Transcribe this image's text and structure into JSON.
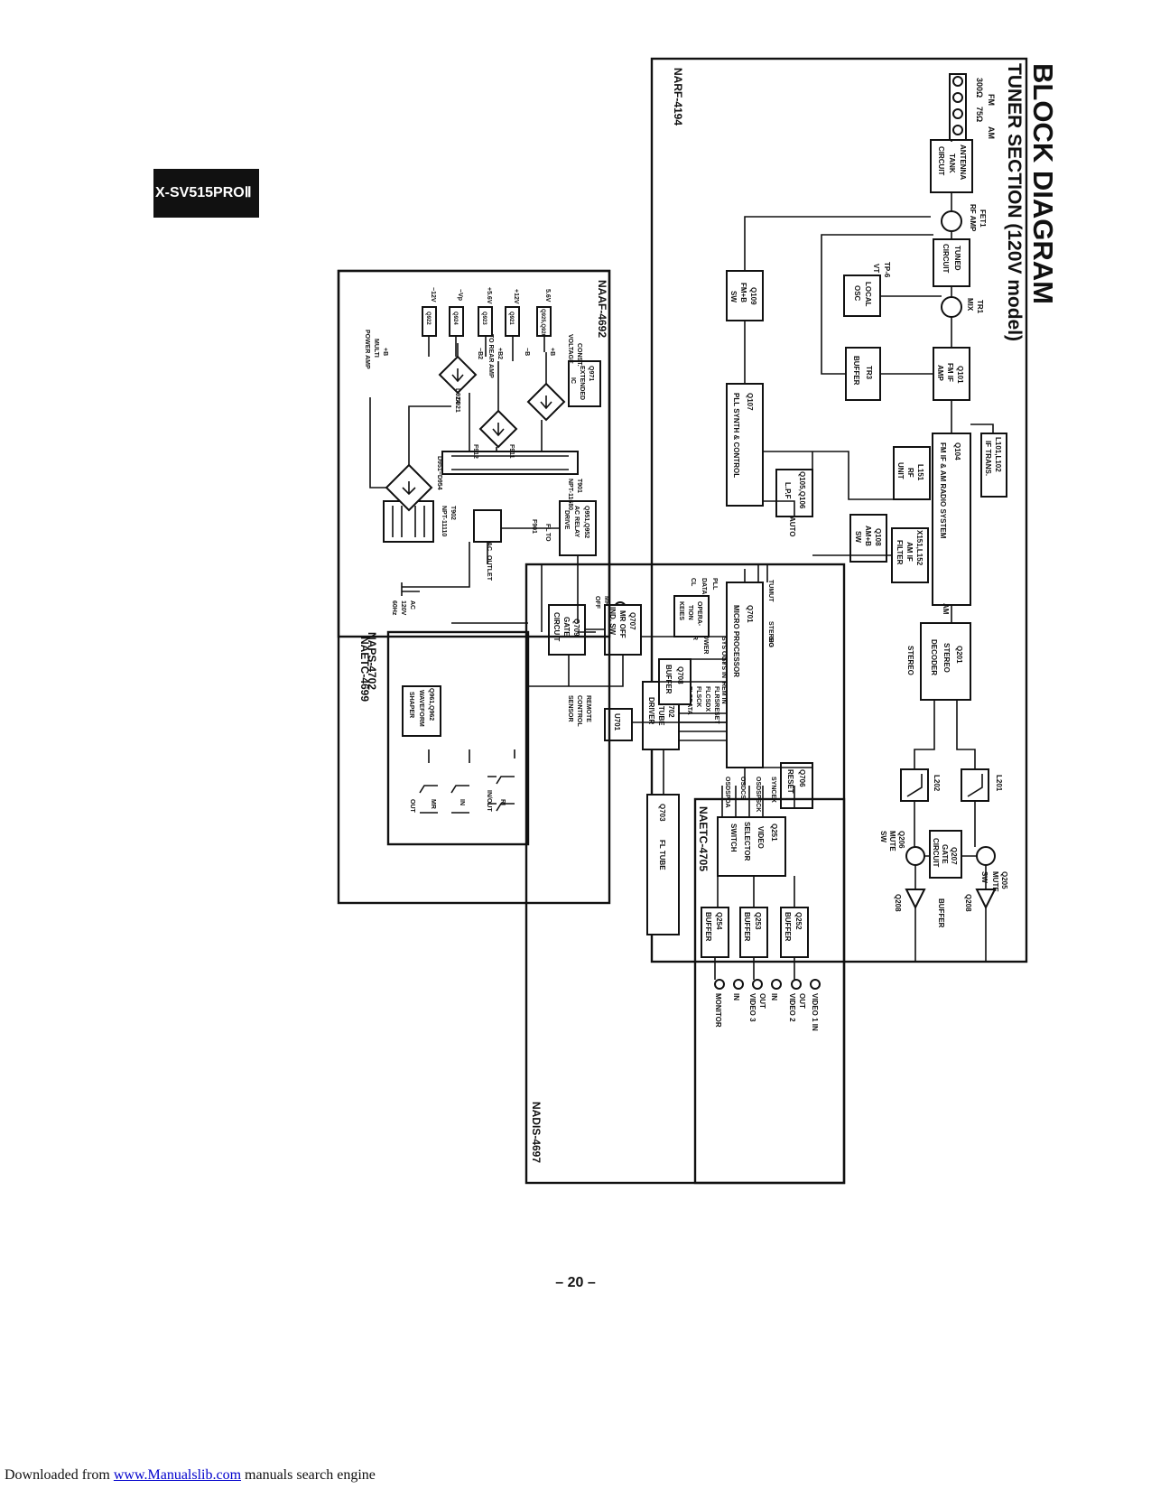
{
  "model": "X-SV515PROⅡ",
  "title": "BLOCK DIAGRAM",
  "subtitle": "TUNER SECTION (120V model)",
  "page_number": "– 20 –",
  "footer": {
    "prefix": "Downloaded from",
    "link": "www.Manualslib.com",
    "suffix": "manuals search engine"
  },
  "boards": {
    "narf": "NARF-4194",
    "nadis": "NADIS-4697",
    "naetc_4705": "NAETC-4705",
    "naetc_4699": "NAETC-4699",
    "naps": "NAPS-4702",
    "naaf": "NAAF-4692"
  },
  "inputs": [
    "300Ω",
    "FM",
    "75Ω",
    "AM"
  ],
  "blocks": {
    "antenna": [
      "ANTENNA",
      "TANK",
      "CIRCUIT"
    ],
    "tuned": [
      "TUNED",
      "CIRCUIT"
    ],
    "local_osc": [
      "LOCAL",
      "OSC"
    ],
    "fm_if_amp": [
      "Q101",
      "FM IF",
      "AMP"
    ],
    "buffer_tr3": [
      "TR3",
      "BUFFER"
    ],
    "if_trans": [
      "L101,L102",
      "IF TRANS."
    ],
    "radio_system": [
      "Q104",
      "FM IF & AM RADIO SYSTEM"
    ],
    "rf_unit": [
      "L151",
      "RF",
      "UNIT"
    ],
    "am_if_filter": [
      "X151,L152",
      "AM IF",
      "FILTER"
    ],
    "lpf": [
      "Q105,Q106",
      "L.P.F"
    ],
    "am_b_sw": [
      "Q108",
      "AM+B",
      "SW"
    ],
    "pll": [
      "Q107",
      "PLL SYNTH & CONTROL"
    ],
    "fm_b_sw": [
      "Q109",
      "FM+B",
      "SW"
    ],
    "stereo_decoder": [
      "Q201",
      "STEREO",
      "DECODER"
    ],
    "l201": [
      "L201"
    ],
    "l202": [
      "L202"
    ],
    "gate_circuit_207": [
      "Q207",
      "GATE",
      "CIRCUIT"
    ],
    "micro_processor": [
      "Q701",
      "MICRO PROCESSOR"
    ],
    "reset": [
      "Q706",
      "RESET"
    ],
    "video_switch": [
      "Q251",
      "VIDEO",
      "SELECTOR",
      "SWITCH"
    ],
    "buf252": [
      "Q252",
      "BUFFER"
    ],
    "buf253": [
      "Q253",
      "BUFFER"
    ],
    "buf254": [
      "Q254",
      "BUFFER"
    ],
    "fl_tube": [
      "Q703",
      "FL TUBE"
    ],
    "fl_driver": [
      "Q702",
      "FL TUBE",
      "DRIVER"
    ],
    "remote": [
      "U701",
      "REMOTE",
      "CONTROL",
      "SENSOR"
    ],
    "buffer708": [
      "Q708",
      "BUFFER"
    ],
    "waveform": [
      "Q961,Q962",
      "WAVEFORM",
      "SHAPER"
    ],
    "mr_off": [
      "Q707",
      "MR OFF",
      "IND. SW"
    ],
    "gate709": [
      "Q709",
      "GATE",
      "CIRCUIT"
    ],
    "operation": [
      "OPERA-",
      "TION",
      "KEIES"
    ],
    "ac_relay": [
      "Q951,Q952",
      "AC RELAY",
      "DRIVE"
    ],
    "extended": [
      "Q971",
      "EXTENDED",
      "IC"
    ],
    "reg_bank": [
      "Q925,Q926",
      "Q921",
      "Q923",
      "Q924",
      "Q922"
    ]
  },
  "labels": {
    "fet1": [
      "FET1",
      "RF AMP"
    ],
    "tr1": [
      "TR1",
      "MIX"
    ],
    "tp6": [
      "TP-6",
      "VT"
    ],
    "q205": [
      "Q205",
      "MUTE",
      "SW"
    ],
    "q206": [
      "Q206",
      "MUTE",
      "SW"
    ],
    "q208a": "Q208",
    "q208b": "Q208",
    "buffer_lbl": "BUFFER",
    "am": "AM",
    "auto": "AUTO",
    "stereo_sig": "STEREO",
    "tuner_sigs": [
      "TUMUT",
      "STEREO",
      "SIG"
    ],
    "power_mr": [
      "POWER",
      "MR"
    ],
    "pll_sigs": [
      "PLL",
      "DATA",
      "CL"
    ],
    "mr_led": [
      "MR",
      "OFF"
    ],
    "osd": [
      "SYNCEX",
      "OSDSPSCK",
      "OSDCS",
      "OSDSPDA"
    ],
    "fl_sigs": [
      "FLRSRESET",
      "FLCSDX",
      "FLSCK",
      "FLSDATA"
    ],
    "rem_sigs": [
      "REM IN",
      "SYS IN",
      "SYS OUT"
    ],
    "video_io": [
      "VIDEO 1 IN",
      "OUT",
      "VIDEO 2",
      "IN",
      "OUT",
      "VIDEO 3",
      "IN",
      "MONITOR"
    ],
    "jacks": [
      "RI",
      "IN/OUT",
      "IN",
      "MR",
      "OUT"
    ],
    "ac_in": [
      "AC",
      "120V",
      "60Hz"
    ],
    "ac_out": [
      "AC",
      "OUTLET"
    ],
    "t901": [
      "T901",
      "NPT-11680"
    ],
    "t902": [
      "T902",
      "NPT-11110"
    ],
    "to_fl": [
      "TO",
      "FL"
    ],
    "f901": "F901",
    "f911": "F911",
    "f912": "F912",
    "d921": [
      "D921",
      "D924"
    ],
    "d951": "D951~D954",
    "rails": [
      "+B",
      "−B",
      "+B2",
      "TO REAR AMP",
      "−B2",
      "+B",
      "MULTI",
      "POWER AMP"
    ],
    "const": [
      "CONST.",
      "VOLTAGE"
    ],
    "supplies": [
      "5.6V",
      "+12V",
      "+5.6V",
      "−Vp",
      "−12V"
    ]
  }
}
